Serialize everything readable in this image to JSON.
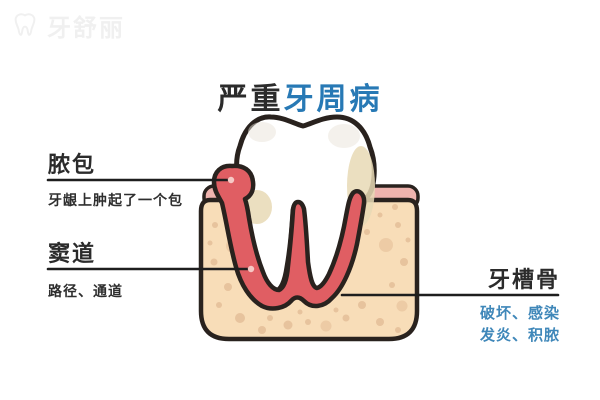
{
  "watermark": {
    "brand": "牙舒丽",
    "icon": "tooth-logo-icon"
  },
  "title": {
    "normal": "严重",
    "highlight": "牙周病"
  },
  "callouts": {
    "abscess": {
      "title": "脓包",
      "subtitle": "牙龈上肿起了一个包"
    },
    "sinus_tract": {
      "title": "窦道",
      "subtitle": "路径、通道"
    },
    "alveolar_bone": {
      "title": "牙槽骨",
      "details": [
        "破坏、感染",
        "发炎、积脓"
      ]
    }
  },
  "colors": {
    "title_blue": "#2779b5",
    "detail_blue": "#3f87b9",
    "label_dark": "#2b2b2b",
    "tissue_red": "#e05e63",
    "gum_pink": "#efb3ae",
    "bone_tan": "#f8ddb8",
    "bone_spot": "#d9ad87",
    "plaque_yellow": "#e7d9b5",
    "tooth_white": "#ffffff",
    "outline_dark": "#29221e"
  }
}
